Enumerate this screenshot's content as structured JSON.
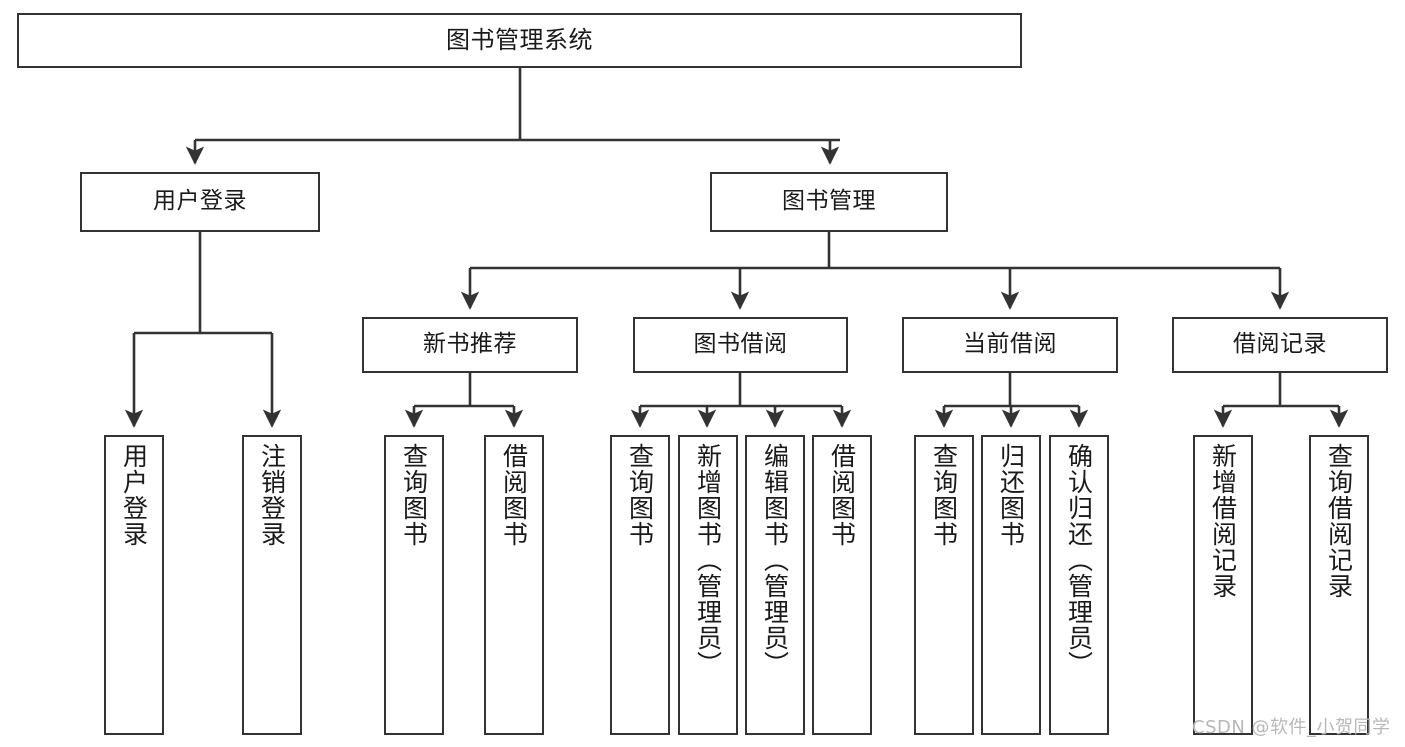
{
  "diagram": {
    "title": "图书管理系统",
    "type": "hierarchy-tree",
    "watermark": "CSDN @软件_小贺同学",
    "colors": {
      "stroke": "#333333",
      "fill": "#ffffff",
      "text": "#1a1a1a",
      "watermark": "#b8b8b8"
    },
    "levels": {
      "root": {
        "label": "图书管理系统"
      },
      "level2": [
        {
          "id": "user-login",
          "label": "用户登录"
        },
        {
          "id": "book-management",
          "label": "图书管理"
        }
      ],
      "level3": [
        {
          "id": "new-book-recommend",
          "label": "新书推荐",
          "parent": "book-management"
        },
        {
          "id": "book-borrow",
          "label": "图书借阅",
          "parent": "book-management"
        },
        {
          "id": "current-borrow",
          "label": "当前借阅",
          "parent": "book-management"
        },
        {
          "id": "borrow-record",
          "label": "借阅记录",
          "parent": "book-management"
        }
      ],
      "leaves": [
        {
          "id": "leaf-user-login",
          "label": "用户登录",
          "parent": "user-login"
        },
        {
          "id": "leaf-logout",
          "label": "注销登录",
          "parent": "user-login"
        },
        {
          "id": "leaf-query-book-1",
          "label": "查询图书",
          "parent": "new-book-recommend"
        },
        {
          "id": "leaf-borrow-book-1",
          "label": "借阅图书",
          "parent": "new-book-recommend"
        },
        {
          "id": "leaf-query-book-2",
          "label": "查询图书",
          "parent": "book-borrow"
        },
        {
          "id": "leaf-add-book",
          "label": "新增图书（管理员）",
          "parent": "book-borrow"
        },
        {
          "id": "leaf-edit-book",
          "label": "编辑图书（管理员）",
          "parent": "book-borrow"
        },
        {
          "id": "leaf-borrow-book-2",
          "label": "借阅图书",
          "parent": "book-borrow"
        },
        {
          "id": "leaf-query-book-3",
          "label": "查询图书",
          "parent": "current-borrow"
        },
        {
          "id": "leaf-return-book",
          "label": "归还图书",
          "parent": "current-borrow"
        },
        {
          "id": "leaf-confirm-return",
          "label": "确认归还（管理员）",
          "parent": "current-borrow"
        },
        {
          "id": "leaf-add-record",
          "label": "新增借阅记录",
          "parent": "borrow-record"
        },
        {
          "id": "leaf-query-record",
          "label": "查询借阅记录",
          "parent": "borrow-record"
        }
      ]
    }
  }
}
